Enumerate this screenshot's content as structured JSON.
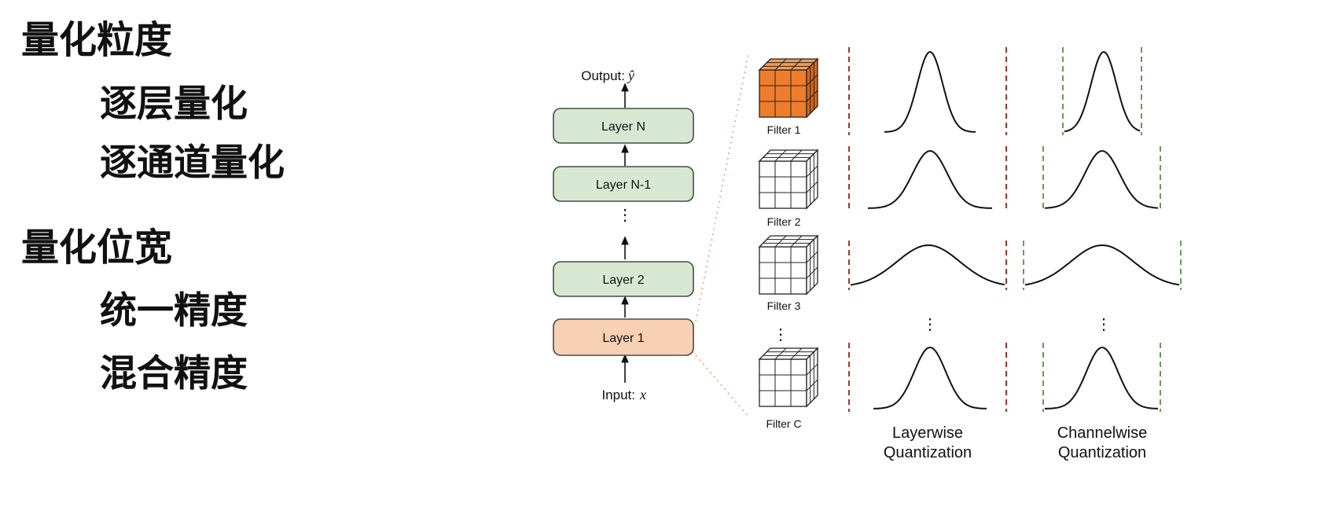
{
  "outline": {
    "granularity": {
      "title": "量化粒度",
      "items": [
        "逐层量化",
        "逐通道量化"
      ]
    },
    "bitwidth": {
      "title": "量化位宽",
      "items": [
        "统一精度",
        "混合精度"
      ]
    }
  },
  "network": {
    "output_label": "Output:",
    "output_symbol": "ŷ",
    "input_label": "Input:",
    "input_symbol": "x",
    "layers": [
      {
        "label": "Layer N",
        "highlight": false
      },
      {
        "label": "Layer N-1",
        "highlight": false
      },
      {
        "label": "Layer 2",
        "highlight": false
      },
      {
        "label": "Layer 1",
        "highlight": true
      }
    ],
    "ellipsis": "⋮"
  },
  "filters": {
    "items": [
      {
        "label": "Filter 1",
        "highlight": true
      },
      {
        "label": "Filter 2",
        "highlight": false
      },
      {
        "label": "Filter 3",
        "highlight": false
      },
      {
        "label": "Filter C",
        "highlight": false
      }
    ],
    "ellipsis": "⋮"
  },
  "columns": {
    "layerwise": [
      "Layerwise",
      "Quantization"
    ],
    "channelwise": [
      "Channelwise",
      "Quantization"
    ],
    "ellipsis": "⋮"
  },
  "colors": {
    "layer_box": "#d6e8d2",
    "layer_border": "#4a4a4a",
    "layer1_box": "#f8d0b3",
    "filter_orange": "#ee7d2b",
    "red_dash": "#a8322b",
    "green_dash": "#6a9a55",
    "dotted_connector": "#e2b49a"
  }
}
